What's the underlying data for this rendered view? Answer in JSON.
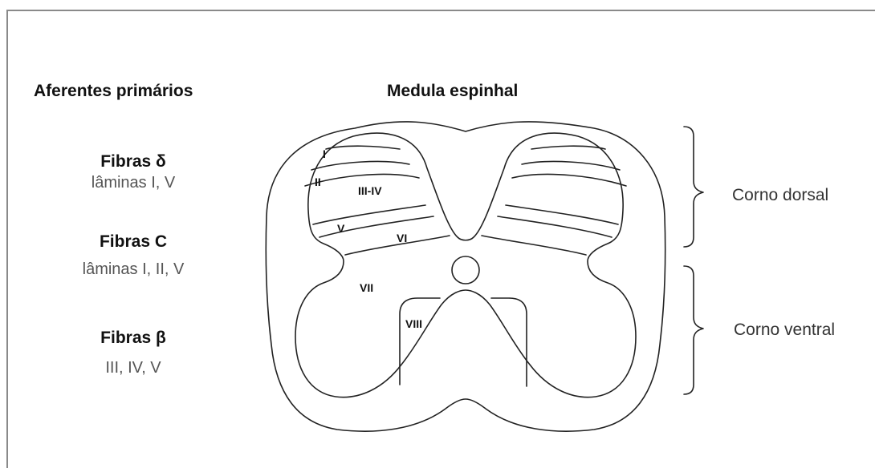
{
  "left_heading": "Aferentes primários",
  "center_heading": "Medula espinhal",
  "fibers": [
    {
      "title": "Fibras δ",
      "laminae": "lâminas I, V"
    },
    {
      "title": "Fibras C",
      "laminae": "lâminas I, II, V"
    },
    {
      "title": "Fibras β",
      "laminae": "III, IV, V"
    }
  ],
  "regions": {
    "dorsal": "Corno dorsal",
    "ventral": "Corno ventral"
  },
  "laminae_labels": {
    "l1": "I",
    "l2": "II",
    "l3_4": "III-IV",
    "l5": "V",
    "l6": "VI",
    "l7": "VII",
    "l8": "VIII"
  }
}
